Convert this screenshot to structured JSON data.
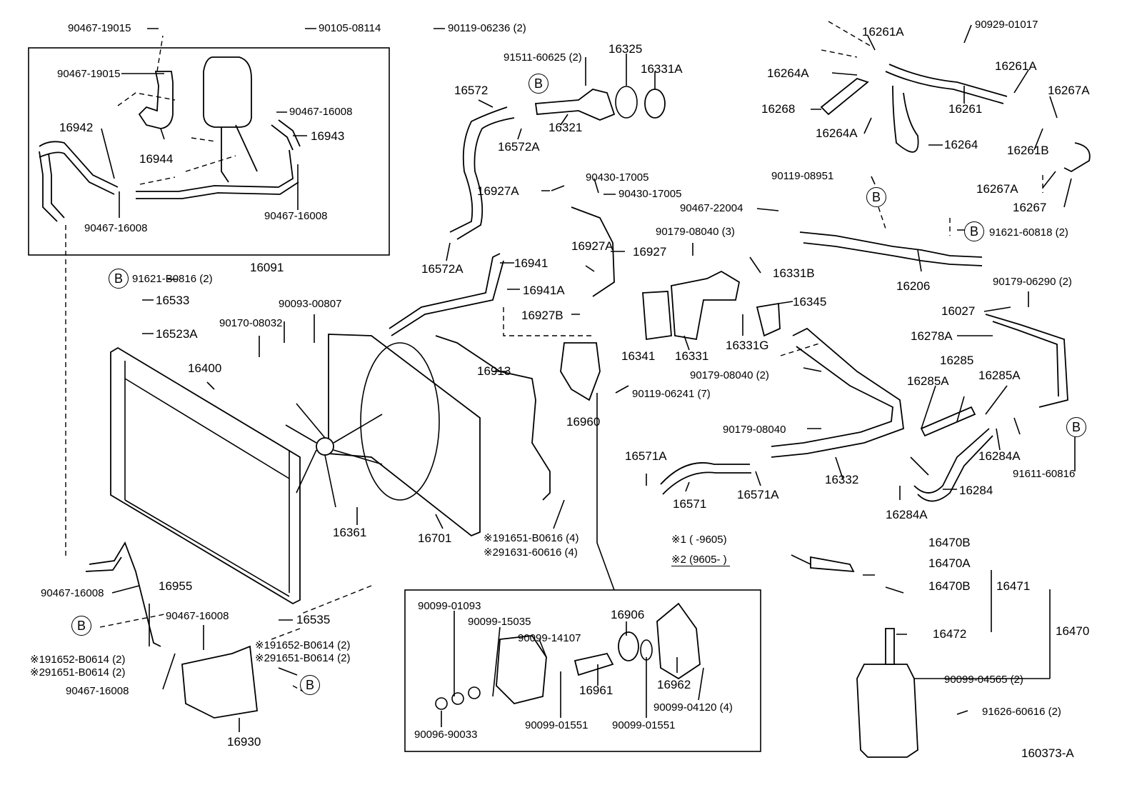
{
  "labels": {
    "p90467_19015_top": "90467-19015",
    "p90105_08114": "90105-08114",
    "p90119_06236": "90119-06236 (2)",
    "p90467_19015_in": "90467-19015",
    "p90467_16008_a": "90467-16008",
    "p16942": "16942",
    "p16943": "16943",
    "p16944": "16944",
    "p90467_16008_b": "90467-16008",
    "p90467_16008_c": "90467-16008",
    "p16091": "16091",
    "p91511_60625": "91511-60625 (2)",
    "p16325": "16325",
    "p16331A": "16331A",
    "p16572": "16572",
    "p16572A_a": "16572A",
    "p16321": "16321",
    "p16927A_a": "16927A",
    "p90430_a": "90430-17005",
    "p90430_b": "90430-17005",
    "p16572A_b": "16572A",
    "p16941": "16941",
    "p16927A_b": "16927A",
    "p16927": "16927",
    "p16941A": "16941A",
    "p16927B": "16927B",
    "p16261A_a": "16261A",
    "p90929_01017": "90929-01017",
    "p16264A_a": "16264A",
    "p16261A_b": "16261A",
    "p16267A_a": "16267A",
    "p16268": "16268",
    "p16261": "16261",
    "p16264A_b": "16264A",
    "p16264": "16264",
    "p16261B": "16261B",
    "p90119_08951": "90119-08951",
    "p16267A_b": "16267A",
    "p16267": "16267",
    "p90467_22004": "90467-22004",
    "p90179_08040_3": "90179-08040 (3)",
    "p91621_60818": "91621-60818 (2)",
    "p16331B": "16331B",
    "p16206": "16206",
    "p90179_06290": "90179-06290 (2)",
    "p16345": "16345",
    "p16027": "16027",
    "p16278A": "16278A",
    "p16341": "16341",
    "p16331": "16331",
    "p16331G": "16331G",
    "p16285": "16285",
    "p16285A_a": "16285A",
    "p16285A_b": "16285A",
    "p90179_08040_2": "90179-08040 (2)",
    "p90119_06241": "90119-06241 (7)",
    "p16960": "16960",
    "p90179_08040": "90179-08040",
    "p16571A_a": "16571A",
    "p16284A_a": "16284A",
    "p91611_60816": "91611-60816",
    "p16571": "16571",
    "p16571A_b": "16571A",
    "p16332": "16332",
    "p16284": "16284",
    "p16284A_b": "16284A",
    "p91621_B0816": "91621-B0816 (2)",
    "p16533": "16533",
    "p90093_00807": "90093-00807",
    "p90170_08032": "90170-08032",
    "p16523A": "16523A",
    "p16400": "16400",
    "p16913": "16913",
    "p16361": "16361",
    "p16701": "16701",
    "note1_code": "91651-B0616 (4)",
    "note2_code": "91631-60616 (4)",
    "range1": "※1 (      -9605)",
    "range2": "※2 (9605-          )",
    "p90467_16008_d": "90467-16008",
    "p16955": "16955",
    "p90467_16008_e": "90467-16008",
    "p16535": "16535",
    "p91652_B0614": "91652-B0614 (2)",
    "p91651_B0614": "91651-B0614 (2)",
    "p90467_16008_f": "90467-16008",
    "p91652_B0614_b": "91652-B0614 (2)",
    "p91651_B0614_b": "91651-B0614 (2)",
    "p16930": "16930",
    "p90099_01093": "90099-01093",
    "p90099_15035": "90099-15035",
    "p90099_14107": "90099-14107",
    "p16906": "16906",
    "p16961": "16961",
    "p16962": "16962",
    "p90096_90033": "90096-90033",
    "p90099_01551_a": "90099-01551",
    "p90099_01551_b": "90099-01551",
    "p90099_04120": "90099-04120 (4)",
    "p16470B_a": "16470B",
    "p16470A": "16470A",
    "p16470B_b": "16470B",
    "p16471": "16471",
    "p16472": "16472",
    "p16470": "16470",
    "p90099_04565": "90099-04565 (2)",
    "p91626_60616": "91626-60616 (2)",
    "diagram_id": "160373-A",
    "mark1": "※1",
    "mark2": "※2",
    "b": "B"
  }
}
